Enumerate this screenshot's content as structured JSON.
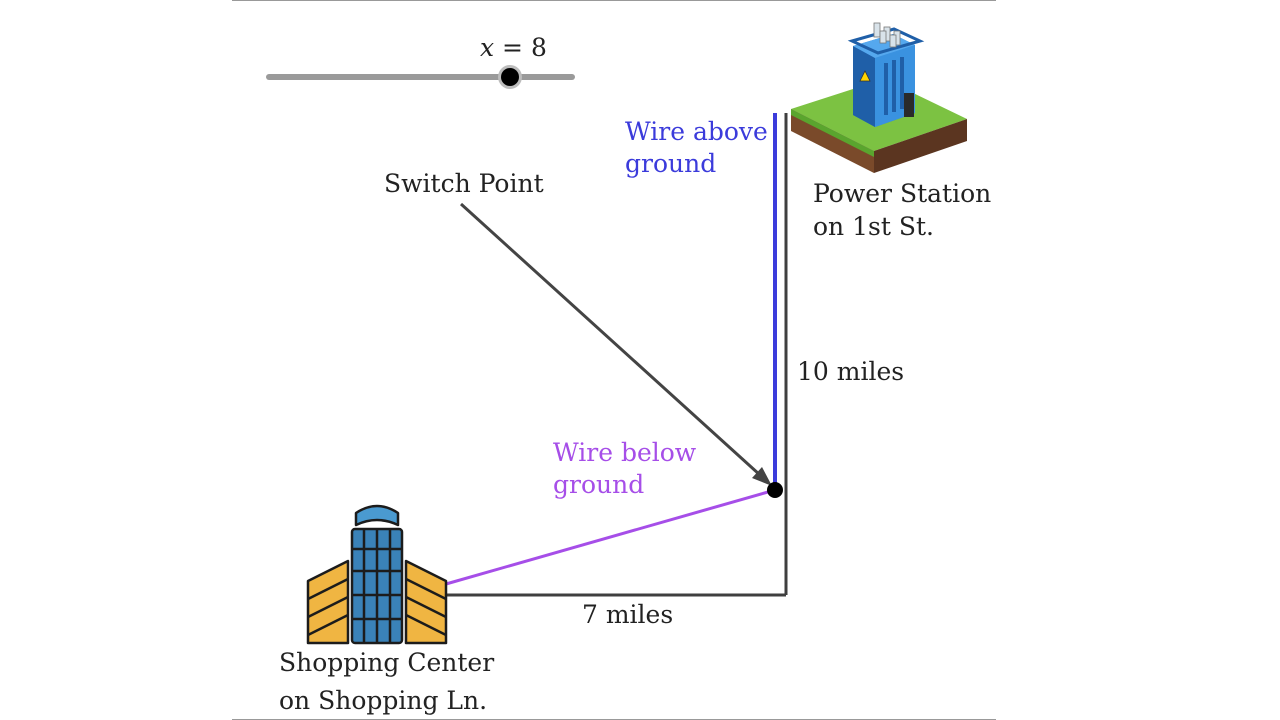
{
  "slider": {
    "variable": "x",
    "value": 8
  },
  "labels": {
    "wire_above": [
      "Wire above",
      "ground"
    ],
    "wire_below": [
      "Wire below",
      "ground"
    ],
    "switch_point": "Switch Point",
    "power_station": [
      "Power Station",
      "on 1st St."
    ],
    "shopping_center": [
      "Shopping Center",
      "on Shopping Ln."
    ],
    "vertical_distance": "10 miles",
    "horizontal_distance": "7 miles"
  },
  "colors": {
    "wire_above": "#3b3bdb",
    "wire_below": "#a64ee8",
    "road": "#3f3f3f",
    "arrow": "#444444",
    "slider_track": "#9a9a9a"
  },
  "icons": {
    "power_station": "transformer-station-icon",
    "shopping_center": "shopping-mall-building-icon"
  }
}
